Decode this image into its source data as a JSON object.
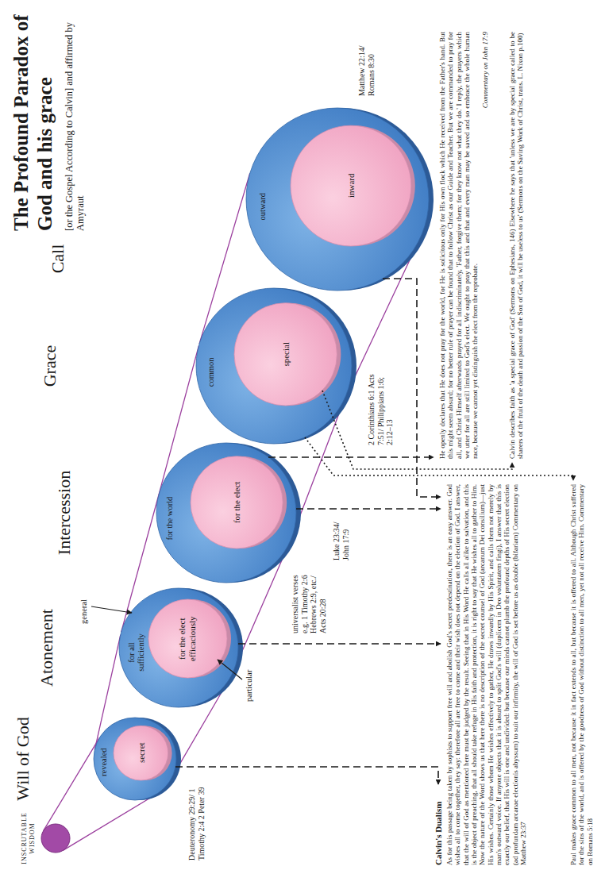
{
  "diagram": {
    "title": "The Profound Paradox of God and his grace",
    "nodes": [
      {
        "text": [
          "INSCRUTABLE WISDOM"
        ]
      },
      {
        "text": [
          "Will of God",
          "revealed"
        ]
      },
      {
        "text": [
          "secret"
        ],
        "in": 1
      },
      {
        "text": [
          "Atonement",
          "for all sufficiently"
        ]
      },
      {
        "text": [
          "for the elect efficaciously"
        ],
        "in": 3
      },
      {
        "text": [
          "Intercession",
          "for the world"
        ]
      },
      {
        "text": [
          "for the elect"
        ],
        "in": 5
      },
      {
        "text": [
          "Grace",
          "common"
        ]
      },
      {
        "text": [
          "special"
        ],
        "in": 7
      },
      {
        "text": [
          "Call",
          "outward"
        ]
      },
      {
        "text": [
          "inward"
        ],
        "in": 9
      }
    ],
    "edges": [
      {
        "from": 0,
        "to": 1,
        "arrow": "none"
      },
      {
        "from": 1,
        "to": 3,
        "arrow": "none"
      },
      {
        "from": 3,
        "to": 5,
        "arrow": "none"
      },
      {
        "from": 5,
        "to": 7,
        "arrow": "none"
      },
      {
        "from": 7,
        "to": 9,
        "arrow": "none"
      }
    ],
    "labels": [
      "[or the Gospel According to Calvin] and affirmed by Amyraut",
      "general",
      "particular",
      "Deuteronomy 29:29/ 1 Timothy 2:4 2 Peter 39",
      "universalist verses e.g. 1 Timothy 2:6 Hebrews 2:9, etc./ Acts 20:28",
      "Luke 23:34/ John 17:9",
      "2 Corinthians 6:1 Acts 7:51/ Philippians 1:6; 2:12–13",
      "Matthew 22:14/ Romans 8:30",
      "Calvin's Dualism",
      "As for this passage being taken by sophists to support free will and abolish God's secret predestination, there is an easy answer. God wishes all to come together, they say: therefore all are free to come and their wish does not depend on the election of God. I answer, that the will of God as mentioned here must be judged by the result. Seeing that in His Word He calls all alike to salvation, and this is the object of preaching, that all should take refuge in His faith and protection, it is right to say that He wishes all to gather to Him. Now the nature of the Word shows us that here there is no description of the secret counsel of God (arcanum Dei consilium)—just His wishes. Certainly those whom He wishes effectively to gather, He draws inwardly by His Spirit, and calls them not merely by man's outward voice. If anyone objects that it is absurd to split God's will (duplicem in Deo voluntatem fingi), I answer that this is exactly our belief, that His will is one and undivided: but because our minds cannot plumb the profound depths of His secret election (ad profundam arcanae electionis abyssum) to suit our infirmity, the will of God is set before us as double (bifariam) Commentary on Matthew 23:37",
      "He openly declares that He does not pray for the world, for He is solicitous only for His own flock which He received from the Father's hand. But this might seem absurd; for no better rule of prayer can be found that to follow Christ as our Guide and Teacher. But we are commanded to pray for all, and Christ Himself afterwards prayed for all indiscriminately, 'Father, forgive them; for they know not what they do.' I reply, the prayers which we utter for all are still limited to God's elect. We ought to pray that this and that and every man may be saved and so embrace the whole human race, because we cannot yet distinguish the elect from the reprobate.",
      "Commentary on John 17:9",
      "Paul makes grace common to all men, not because it in fact extends to all, but because it is offered to all. Although Christ suffered for the sins of the world, and is offered by the goodness of God without distinction to all men, yet not all receive Him. Commentary on Romans 5:18",
      "Calvin describes faith as 'a special grace of God' (Sermons on Ephesians, 146) Elsewhere he says that 'unless we are by special grace called to be sharers of the fruit of the death and passion of the Son of God, it will be useless to us' (Sermons on the Saving Work of Christ, trans. L. Nixon p.100)"
    ]
  }
}
